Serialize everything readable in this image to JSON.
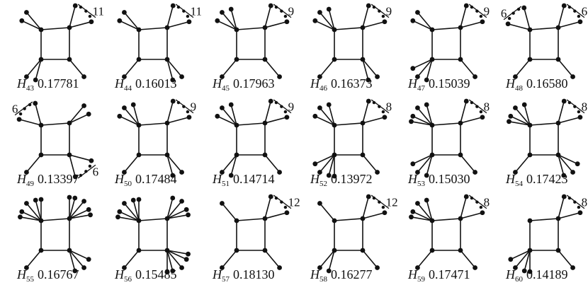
{
  "graphs": [
    {
      "id": "H43",
      "symbol": "H",
      "index": "43",
      "value": "0.17781",
      "pendants": {
        "a": 2,
        "b": 0,
        "c": 2,
        "d": 1
      },
      "cluster": {
        "corner": "b",
        "count": "11"
      }
    },
    {
      "id": "H44",
      "symbol": "H",
      "index": "44",
      "value": "0.16013",
      "pendants": {
        "a": 2,
        "b": 0,
        "c": 1,
        "d": 2
      },
      "cluster": {
        "corner": "b",
        "count": "11"
      }
    },
    {
      "id": "H45",
      "symbol": "H",
      "index": "45",
      "value": "0.17963",
      "pendants": {
        "a": 3,
        "b": 0,
        "c": 1,
        "d": 1
      },
      "cluster": {
        "corner": "b",
        "count": "9"
      }
    },
    {
      "id": "H46",
      "symbol": "H",
      "index": "46",
      "value": "0.16373",
      "pendants": {
        "a": 3,
        "b": 0,
        "c": 1,
        "d": 2
      },
      "cluster": {
        "corner": "b",
        "count": "9"
      }
    },
    {
      "id": "H47",
      "symbol": "H",
      "index": "47",
      "value": "0.15039",
      "pendants": {
        "a": 2,
        "b": 0,
        "c": 3,
        "d": 1
      },
      "cluster": {
        "corner": "b",
        "count": "9"
      }
    },
    {
      "id": "H48",
      "symbol": "H",
      "index": "48",
      "value": "0.16580",
      "pendants": {
        "a": 0,
        "b": 0,
        "c": 1,
        "d": 1
      },
      "cluster": {
        "corner": "b",
        "count": "6"
      },
      "cluster2": {
        "corner": "a",
        "count": "6"
      }
    },
    {
      "id": "H49",
      "symbol": "H",
      "index": "49",
      "value": "0.13397",
      "pendants": {
        "a": 0,
        "b": 2,
        "c": 1,
        "d": 0
      },
      "cluster": {
        "corner": "d",
        "count": "6"
      },
      "cluster2": {
        "corner": "a",
        "count": "6"
      }
    },
    {
      "id": "H50",
      "symbol": "H",
      "index": "50",
      "value": "0.17484",
      "pendants": {
        "a": 3,
        "b": 0,
        "c": 1,
        "d": 2
      },
      "cluster": {
        "corner": "b",
        "count": "9"
      }
    },
    {
      "id": "H51",
      "symbol": "H",
      "index": "51",
      "value": "0.14714",
      "pendants": {
        "a": 3,
        "b": 0,
        "c": 2,
        "d": 1
      },
      "cluster": {
        "corner": "b",
        "count": "9"
      }
    },
    {
      "id": "H52",
      "symbol": "H",
      "index": "52",
      "value": "0.13972",
      "pendants": {
        "a": 3,
        "b": 0,
        "c": 4,
        "d": 1
      },
      "cluster": {
        "corner": "b",
        "count": "8"
      }
    },
    {
      "id": "H53",
      "symbol": "H",
      "index": "53",
      "value": "0.15030",
      "pendants": {
        "a": 4,
        "b": 0,
        "c": 3,
        "d": 1
      },
      "cluster": {
        "corner": "b",
        "count": "8"
      }
    },
    {
      "id": "H54",
      "symbol": "H",
      "index": "54",
      "value": "0.17423",
      "pendants": {
        "a": 4,
        "b": 0,
        "c": 1,
        "d": 3
      },
      "cluster": {
        "corner": "b",
        "count": "8"
      }
    },
    {
      "id": "H55",
      "symbol": "H",
      "index": "55",
      "value": "0.16767",
      "pendants": {
        "a": 5,
        "b": 5,
        "c": 1,
        "d": 3
      }
    },
    {
      "id": "H56",
      "symbol": "H",
      "index": "56",
      "value": "0.15485",
      "pendants": {
        "a": 5,
        "b": 4,
        "c": 1,
        "d": 5
      }
    },
    {
      "id": "H57",
      "symbol": "H",
      "index": "57",
      "value": "0.18130",
      "pendants": {
        "a": 1,
        "b": 0,
        "c": 1,
        "d": 1
      },
      "cluster": {
        "corner": "b",
        "count": "12"
      }
    },
    {
      "id": "H58",
      "symbol": "H",
      "index": "58",
      "value": "0.16277",
      "pendants": {
        "a": 1,
        "b": 0,
        "c": 2,
        "d": 1
      },
      "cluster": {
        "corner": "b",
        "count": "12"
      }
    },
    {
      "id": "H59",
      "symbol": "H",
      "index": "59",
      "value": "0.17471",
      "pendants": {
        "a": 4,
        "b": 0,
        "c": 1,
        "d": 1
      },
      "cluster": {
        "corner": "b",
        "count": "8"
      }
    },
    {
      "id": "H60",
      "symbol": "H",
      "index": "60",
      "value": "0.14189",
      "pendants": {
        "a": 0,
        "b": 0,
        "c": 4,
        "d": 1
      },
      "cluster": {
        "corner": "b",
        "count": "8"
      }
    }
  ]
}
